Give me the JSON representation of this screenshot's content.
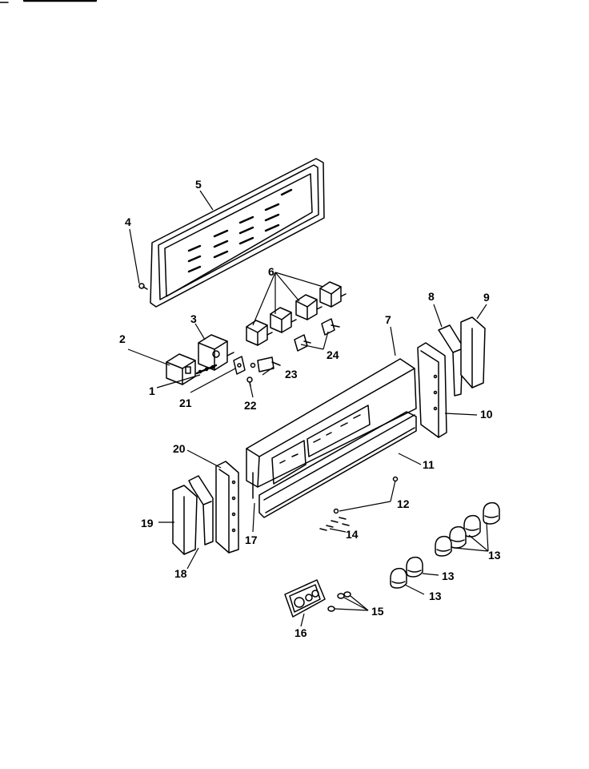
{
  "labels": {
    "l1": "1",
    "l2": "2",
    "l3": "3",
    "l4": "4",
    "l5": "5",
    "l6": "6",
    "l7": "7",
    "l8": "8",
    "l9": "9",
    "l10": "10",
    "l11": "11",
    "l12": "12",
    "l13a": "13",
    "l13b": "13",
    "l13c": "13",
    "l14": "14",
    "l15": "15",
    "l16": "16",
    "l17": "17",
    "l18": "18",
    "l19": "19",
    "l20": "20",
    "l21": "21",
    "l22": "22",
    "l23": "23",
    "l24": "24"
  }
}
